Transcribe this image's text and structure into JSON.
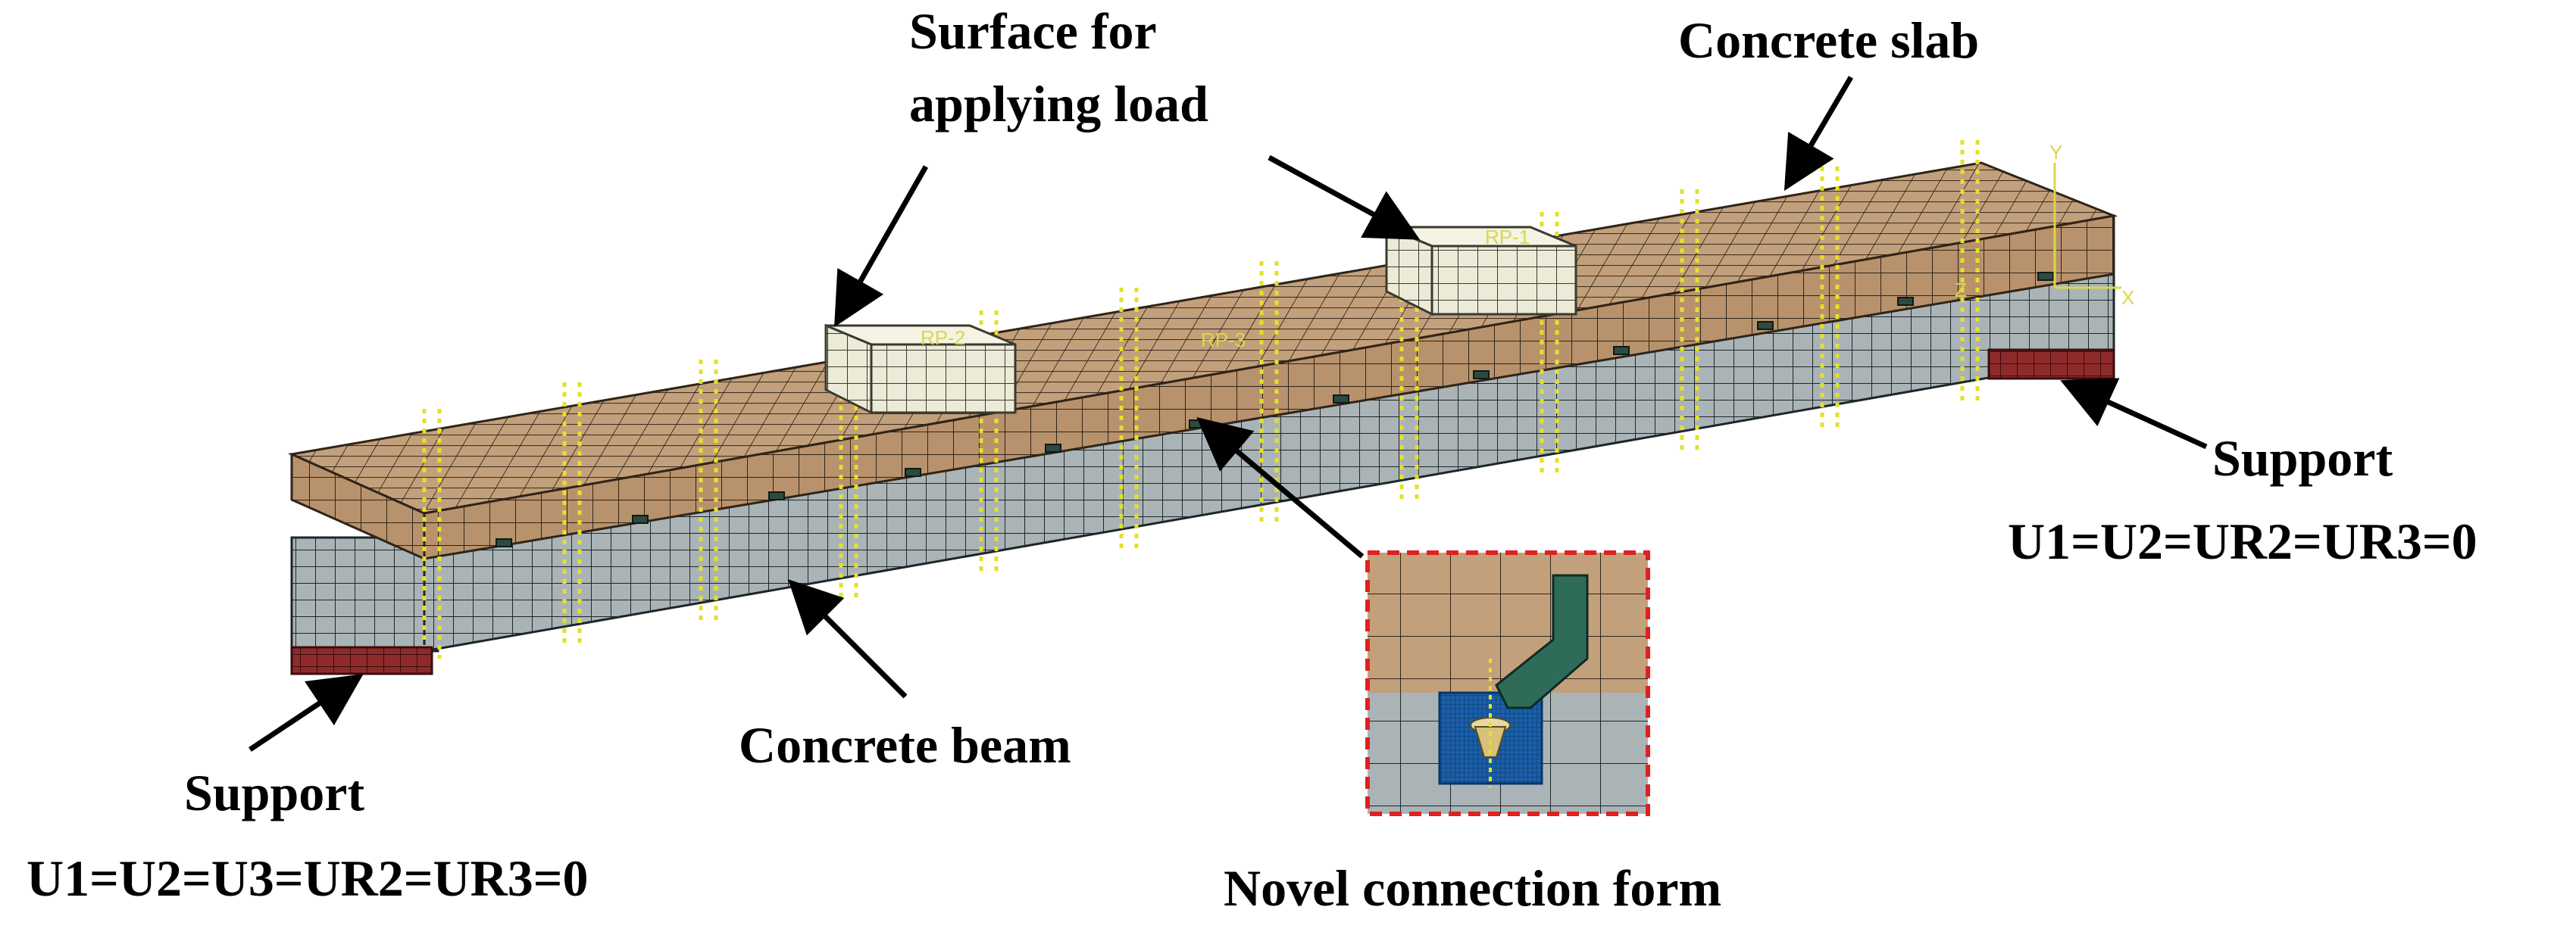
{
  "labels": {
    "surface_line1": "Surface for",
    "surface_line2": "applying load",
    "concrete_slab": "Concrete slab",
    "support_right": "Support",
    "support_right_bc": "U1=U2=UR2=UR3=0",
    "support_left": "Support",
    "support_left_bc": "U1=U2=U3=UR2=UR3=0",
    "concrete_beam": "Concrete beam",
    "novel_connection": "Novel connection form"
  },
  "markers": {
    "rp_left": "RP-2",
    "rp_center": "RP-3",
    "rp_right": "RP-1",
    "axis_x": "X",
    "axis_y": "Y",
    "axis_z": "Z"
  },
  "colors": {
    "slab": "#c3a07c",
    "slab_mesh": "#2f2418",
    "beam": "#aab4b7",
    "beam_mesh": "#1e2628",
    "support": "#8e2a2a",
    "load_plate": "#ecebd8",
    "studs": "#e4e02a",
    "inset_border": "#e02020",
    "connector": "#2e6b58",
    "pocket": "#1a5fa8"
  }
}
